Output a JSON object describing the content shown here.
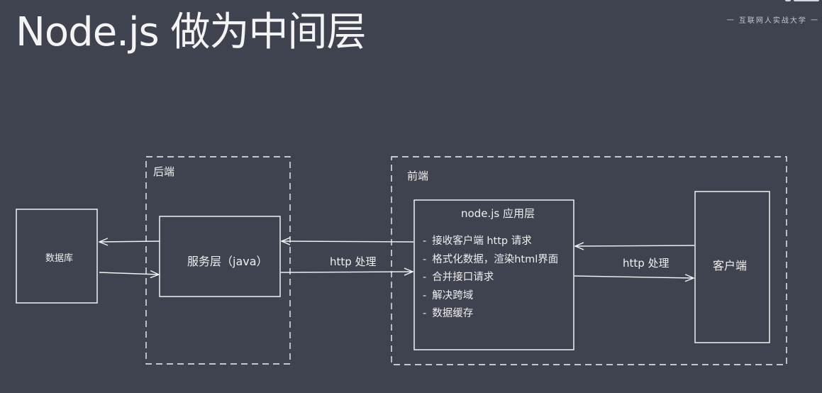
{
  "title": "Node.js 做为中间层",
  "watermark": "一 互联网人实战大学 一",
  "groups": {
    "backend": "后端",
    "frontend": "前端"
  },
  "nodes": {
    "database": "数据库",
    "service_layer": "服务层（java）",
    "node_app": {
      "title": "node.js 应用层",
      "items": [
        "接收客户端 http 请求",
        "格式化数据，渲染html界面",
        "合并接口请求",
        "解决跨域",
        "数据缓存"
      ]
    },
    "client": "客户端"
  },
  "edges": {
    "service_to_node": "http 处理",
    "node_to_client": "http 处理"
  },
  "colors": {
    "background": "#3f424f",
    "stroke": "#f2f2f2"
  }
}
